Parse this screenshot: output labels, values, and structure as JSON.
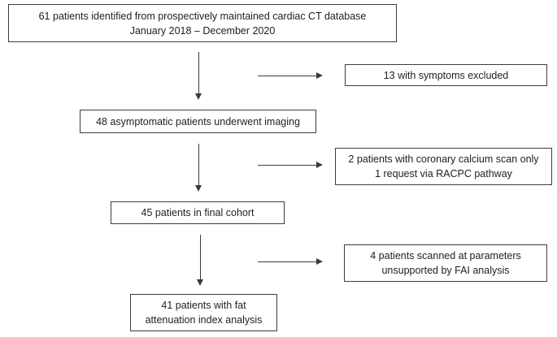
{
  "colors": {
    "background": "#ffffff",
    "box_border": "#3d3d3d",
    "text": "#1f1f1f",
    "arrow": "#3a3a3a"
  },
  "boxes": {
    "identified": {
      "lines": [
        "61 patients identified from prospectively maintained cardiac CT database",
        "January 2018 – December 2020"
      ]
    },
    "symptoms_excluded": {
      "lines": [
        "13 with symptoms excluded"
      ]
    },
    "asymptomatic": {
      "lines": [
        "48 asymptomatic patients underwent imaging"
      ]
    },
    "calcium_scan": {
      "lines": [
        "2 patients with coronary calcium scan only",
        "1 request via RACPC pathway"
      ]
    },
    "final_cohort": {
      "lines": [
        "45 patients in final cohort"
      ]
    },
    "unsupported_params": {
      "lines": [
        "4 patients scanned at parameters",
        "unsupported by FAI analysis"
      ]
    },
    "fai_analysis": {
      "lines": [
        "41 patients with fat",
        "attenuation index analysis"
      ]
    }
  }
}
